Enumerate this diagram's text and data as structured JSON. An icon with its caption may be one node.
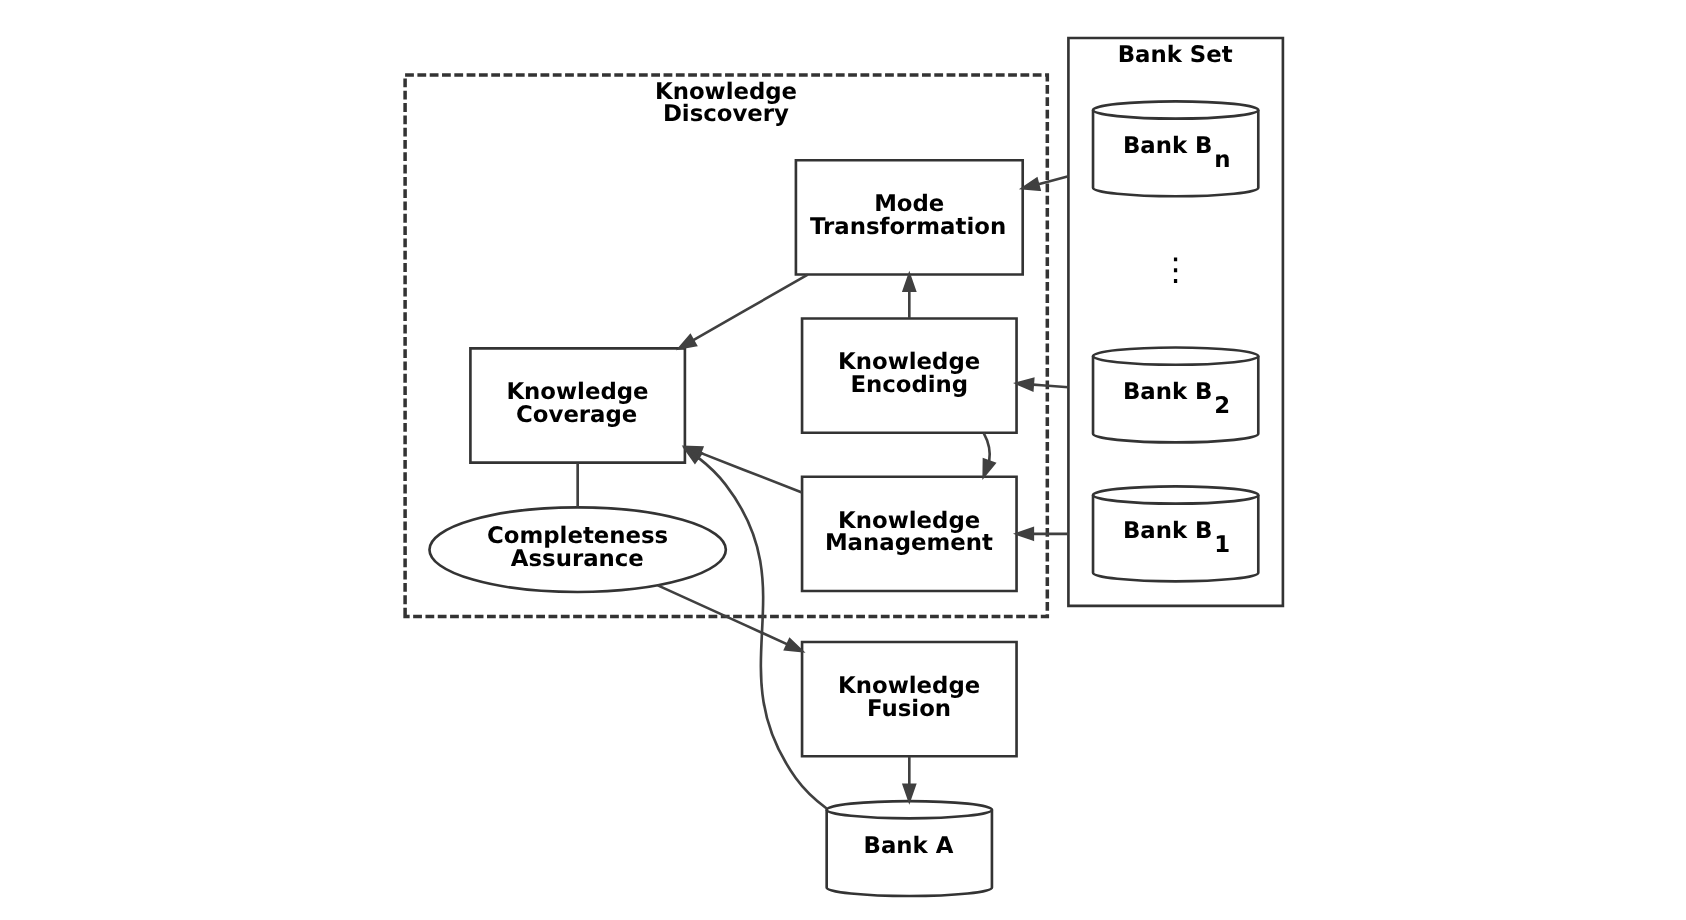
{
  "diagram": {
    "nodes": [
      {
        "text": [
          "Bank A"
        ]
      },
      {
        "text": [
          "Knowledge Fusion"
        ]
      },
      {
        "text": [
          "Knowledge Discovery"
        ]
      },
      {
        "text": [
          "Knowledge Coverage"
        ],
        "in": 2
      },
      {
        "text": [
          "Completeness Assurance"
        ],
        "in": 2
      },
      {
        "text": [
          "Knowledge Management"
        ],
        "in": 2
      },
      {
        "text": [
          "Knowledge Encoding"
        ],
        "in": 2
      },
      {
        "text": [
          "Mode Transformation"
        ],
        "in": 2
      },
      {
        "text": [
          "Bank Set"
        ]
      },
      {
        "text": [
          "Bank B$_{1}$"
        ],
        "in": 8
      },
      {
        "text": [
          "Bank B$_{2}$"
        ],
        "in": 8
      },
      {
        "text": [
          "Bank B$_{n}$"
        ],
        "in": 8
      }
    ],
    "edges": [
      {
        "from": 1,
        "to": 0,
        "arrow": "to"
      },
      {
        "from": 0,
        "to": 3,
        "arrow": "to"
      },
      {
        "from": 3,
        "to": 4,
        "arrow": "none"
      },
      {
        "from": 4,
        "to": 1,
        "arrow": "to"
      },
      {
        "from": 6,
        "to": 5,
        "arrow": "to"
      },
      {
        "from": 6,
        "to": 7,
        "arrow": "to"
      },
      {
        "from": 5,
        "to": 3,
        "arrow": "to"
      },
      {
        "from": 7,
        "to": 3,
        "arrow": "to"
      },
      {
        "from": 8,
        "to": 5,
        "arrow": "to"
      },
      {
        "from": 8,
        "to": 6,
        "arrow": "to"
      },
      {
        "from": 8,
        "to": 7,
        "arrow": "to"
      }
    ],
    "labels": [
      "⋮"
    ]
  }
}
